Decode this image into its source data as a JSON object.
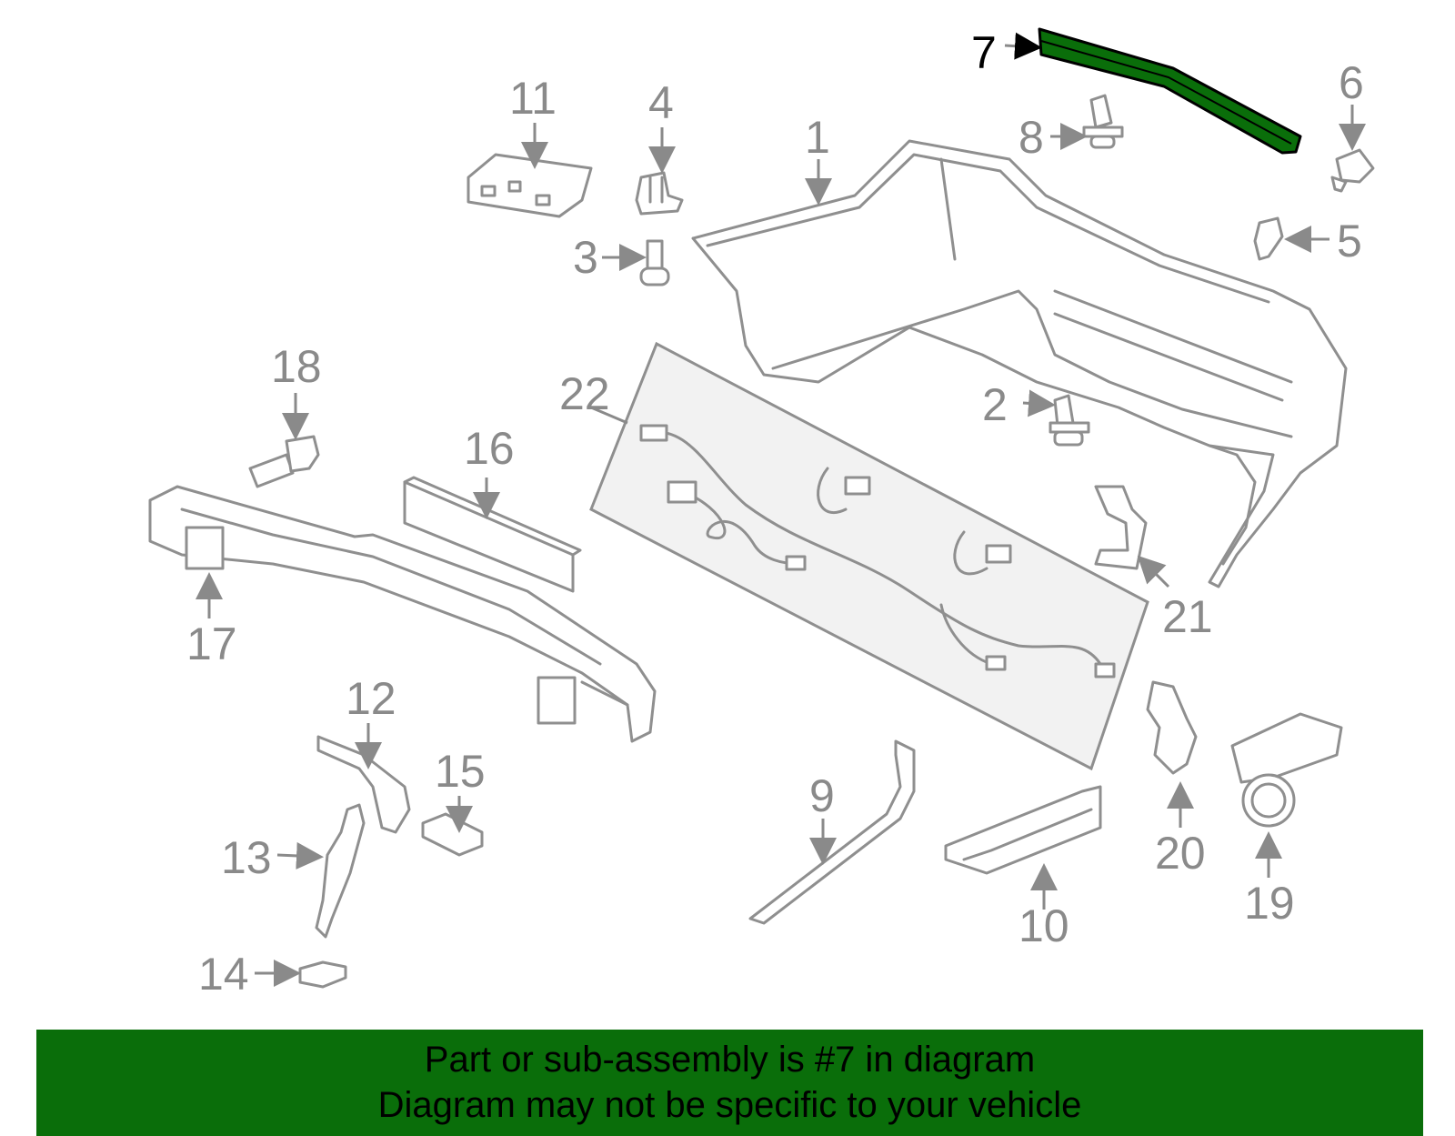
{
  "highlight_color": "#0a6e0a",
  "callouts": {
    "c1": "1",
    "c2": "2",
    "c3": "3",
    "c4": "4",
    "c5": "5",
    "c6": "6",
    "c7": "7",
    "c8": "8",
    "c9": "9",
    "c10": "10",
    "c11": "11",
    "c12": "12",
    "c13": "13",
    "c14": "14",
    "c15": "15",
    "c16": "16",
    "c17": "17",
    "c18": "18",
    "c19": "19",
    "c20": "20",
    "c21": "21",
    "c22": "22"
  },
  "highlighted_part": "7",
  "banner": {
    "line1": "Part or sub-assembly is #7 in diagram",
    "line2": "Diagram may not be specific to your vehicle"
  }
}
